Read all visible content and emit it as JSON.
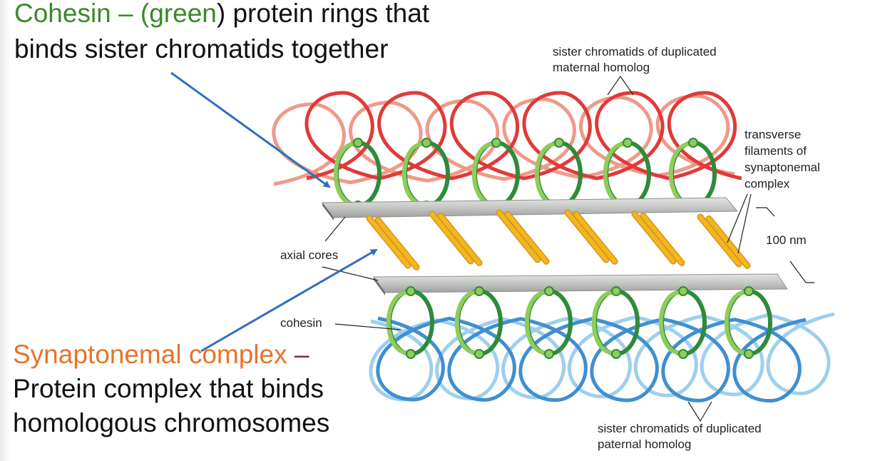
{
  "annotations": {
    "cohesin": {
      "term": "Cohesin",
      "dash": " – (",
      "color_word": "green",
      "rest_line1": ") protein rings that",
      "line2": "binds sister chromatids together"
    },
    "synaptonemal": {
      "term": "Synaptonemal complex",
      "dash": " –",
      "line2": "Protein complex that binds",
      "line3": "homologous chromosomes"
    }
  },
  "labels": {
    "maternal_line1": "sister chromatids of duplicated",
    "maternal_line2": "maternal homolog",
    "transverse_line1": "transverse",
    "transverse_line2": "filaments of",
    "transverse_line3": "synaptonemal",
    "transverse_line4": "complex",
    "scale": "100 nm",
    "axial_cores": "axial cores",
    "cohesin": "cohesin",
    "paternal_line1": "sister chromatids of duplicated",
    "paternal_line2": "paternal homolog"
  },
  "colors": {
    "green_text": "#3b8a2a",
    "orange_text": "#e8732a",
    "dash_purple": "#7a2a5a",
    "arrow_blue": "#2f6fbf",
    "maternal_dark": "#e03a3a",
    "maternal_light": "#ef9a88",
    "paternal_dark": "#3f8fd0",
    "paternal_light": "#9ecfee",
    "cohesin_dark": "#2f8a3a",
    "cohesin_light": "#8fcc5a",
    "axial_core": "#c9cbc9",
    "filament": "#f2b61f"
  }
}
